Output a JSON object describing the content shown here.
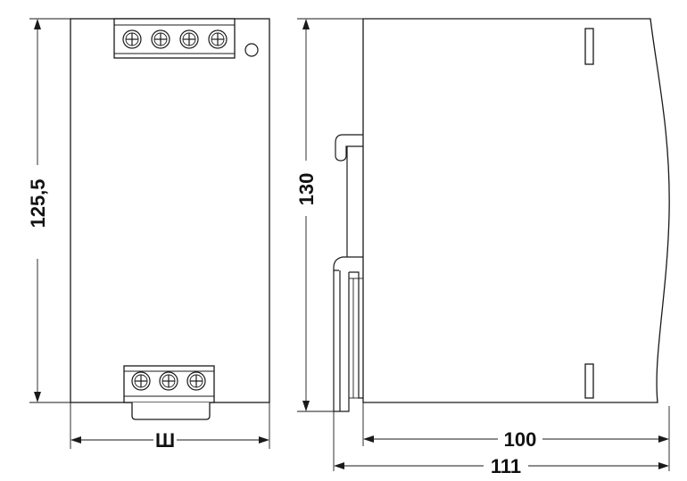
{
  "dimensions": {
    "front_height": "125,5",
    "front_width": "Ш",
    "side_height": "130",
    "side_depth": "100",
    "side_total_depth": "111"
  },
  "terminals": {
    "top_count": 4,
    "bottom_count": 3
  }
}
